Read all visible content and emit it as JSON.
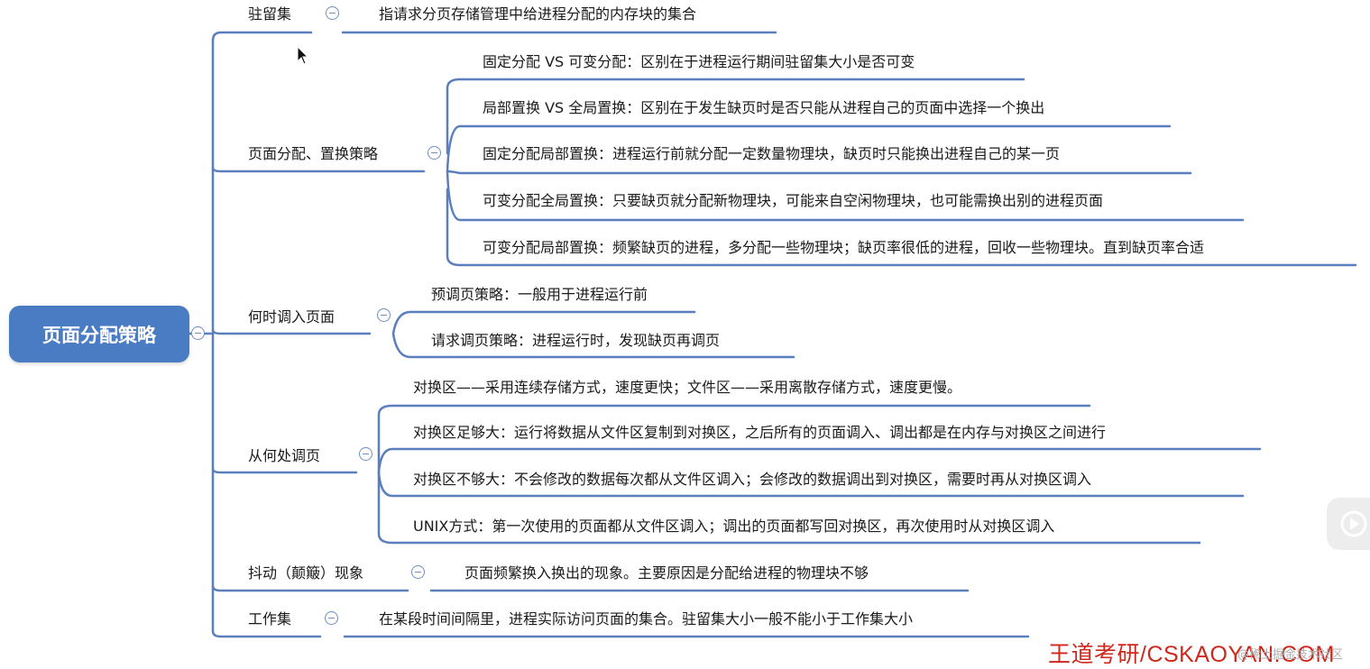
{
  "root": {
    "label": "页面分配策略"
  },
  "branches": [
    {
      "label": "驻留集",
      "children": [
        "指请求分页存储管理中给进程分配的内存块的集合"
      ]
    },
    {
      "label": "页面分配、置换策略",
      "children": [
        "固定分配 VS 可变分配：区别在于进程运行期间驻留集大小是否可变",
        "局部置换 VS 全局置换：区别在于发生缺页时是否只能从进程自己的页面中选择一个换出",
        "固定分配局部置换：进程运行前就分配一定数量物理块，缺页时只能换出进程自己的某一页",
        "可变分配全局置换：只要缺页就分配新物理块，可能来自空闲物理块，也可能需换出别的进程页面",
        "可变分配局部置换：频繁缺页的进程，多分配一些物理块；缺页率很低的进程，回收一些物理块。直到缺页率合适"
      ]
    },
    {
      "label": "何时调入页面",
      "children": [
        "预调页策略：一般用于进程运行前",
        "请求调页策略：进程运行时，发现缺页再调页"
      ]
    },
    {
      "label": "从何处调页",
      "children": [
        "对换区——采用连续存储方式，速度更快；文件区——采用离散存储方式，速度更慢。",
        "对换区足够大：运行将数据从文件区复制到对换区，之后所有的页面调入、调出都是在内存与对换区之间进行",
        "对换区不够大：不会修改的数据每次都从文件区调入；会修改的数据调出到对换区，需要时再从对换区调入",
        "UNIX方式：第一次使用的页面都从文件区调入；调出的页面都写回对换区，再次使用时从对换区调入"
      ]
    },
    {
      "label": "抖动（颠簸）现象",
      "children": [
        "页面频繁换入换出的现象。主要原因是分配给进程的物理块不够"
      ]
    },
    {
      "label": "工作集",
      "children": [
        "在某段时间间隔里，进程实际访问页面的集合。驻留集大小一般不能小于工作集大小"
      ]
    }
  ],
  "watermark": "王道考研/CSKAOYAN.COM",
  "watermark_sub": "@稀土掘金技术社区",
  "colors": {
    "root": "#4a7cc4",
    "line": "#5b7fbd",
    "watermark": "#d0271d"
  }
}
